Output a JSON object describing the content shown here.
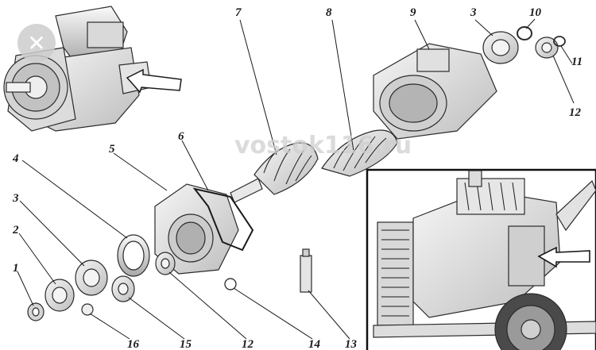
{
  "watermark": "vostok116.ru",
  "close_icon_glyph": "✕",
  "callouts": {
    "c1": "1",
    "c2": "2",
    "c3a": "3",
    "c3b": "3",
    "c4": "4",
    "c5": "5",
    "c6": "6",
    "c7": "7",
    "c8": "8",
    "c9": "9",
    "c10": "10",
    "c11": "11",
    "c12a": "12",
    "c12b": "12",
    "c13": "13",
    "c14": "14",
    "c15": "15",
    "c16": "16"
  },
  "colors": {
    "stroke": "#1a1a1a",
    "part_fill": "#e6e6e6",
    "watermark": "#cfcfcf"
  }
}
